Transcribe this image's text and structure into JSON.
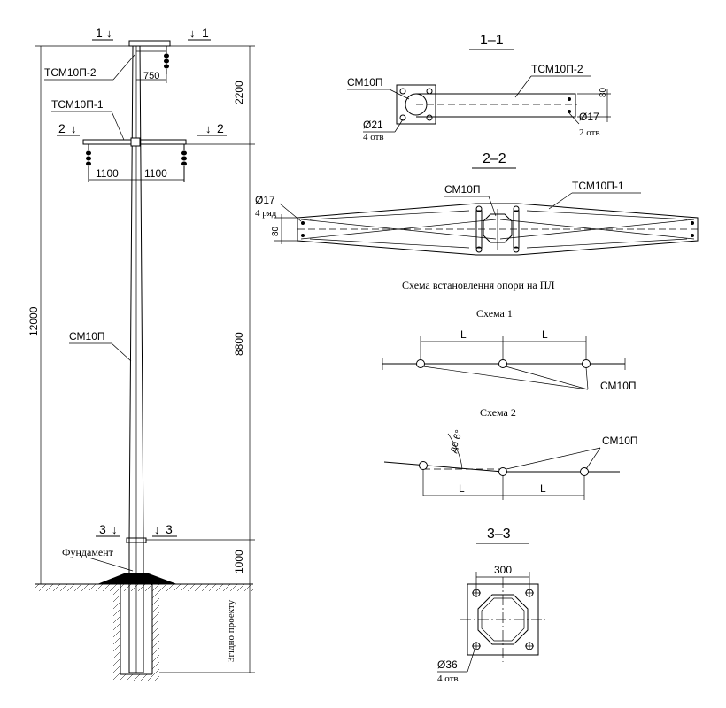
{
  "labels": {
    "section_1": "1",
    "section_2": "2",
    "section_3": "3",
    "arm_top": "ТСМ10П-2",
    "arm_mid": "ТСМ10П-1",
    "pole": "СМ10П",
    "foundation": "Фундамент",
    "as_per_project": "Згідно проекту"
  },
  "dimensions": {
    "d750": "750",
    "d1100_left": "1100",
    "d1100_right": "1100",
    "d2200": "2200",
    "d12000": "12000",
    "d8800": "8800",
    "d1000": "1000"
  },
  "section_1_1": {
    "title": "1–1",
    "pole_label": "СМ10П",
    "arm_label": "ТСМ10П-2",
    "hole_left": "Ø21",
    "hole_left_count": "4 отв",
    "hole_right": "Ø17",
    "hole_right_count": "2 отв",
    "width": "80"
  },
  "section_2_2": {
    "title": "2–2",
    "pole_label": "СМ10П",
    "arm_label": "ТСМ10П-1",
    "hole": "Ø17",
    "hole_count": "4 ряд",
    "width": "80"
  },
  "schemes": {
    "heading": "Схема встановлення опори на ПЛ",
    "scheme1_title": "Схема 1",
    "scheme1_L1": "L",
    "scheme1_L2": "L",
    "scheme1_label": "СМ10П",
    "scheme2_title": "Схема 2",
    "scheme2_angle": "до 6°",
    "scheme2_L1": "L",
    "scheme2_L2": "L",
    "scheme2_label": "СМ10П"
  },
  "section_3_3": {
    "title": "3–3",
    "width": "300",
    "hole": "Ø36",
    "hole_count": "4 отв"
  }
}
